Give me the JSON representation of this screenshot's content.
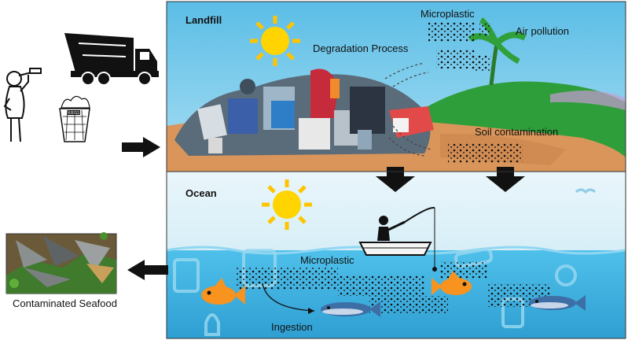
{
  "landfill": {
    "title": "Landfill",
    "labels": {
      "microplastic": "Microplastic",
      "air_pollution": "Air pollution",
      "degradation": "Degradation Process",
      "soil": "Soil contamination"
    }
  },
  "ocean": {
    "title": "Ocean",
    "labels": {
      "microplastic": "Microplastic",
      "ingestion": "Ingestion"
    }
  },
  "left": {
    "caption": "Contaminated Seafood",
    "bin_label": "KRISS"
  },
  "colors": {
    "sky": "#6ec6e8",
    "land": "#d9955a",
    "hill": "#2e9e3a",
    "ocean_top": "#cdeaf6",
    "water": "#5cc3ea",
    "sun": "#ffd400",
    "arrow": "#111111",
    "fish_orange": "#f7931e",
    "fish_blue": "#3d6ea6"
  }
}
